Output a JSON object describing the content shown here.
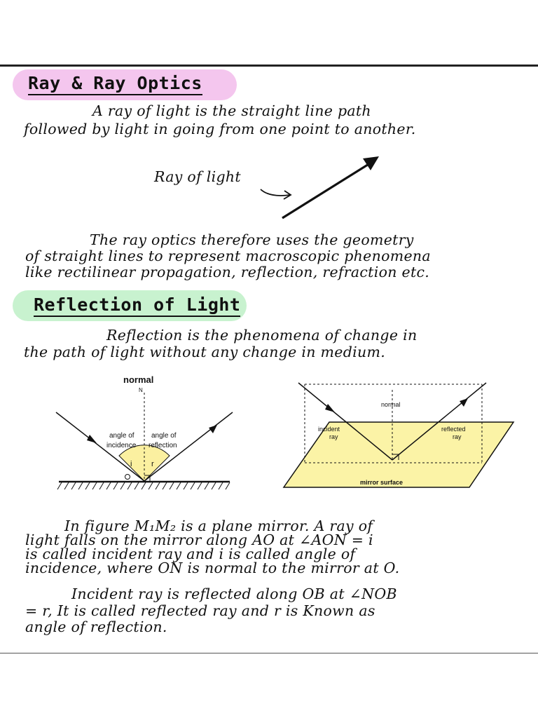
{
  "section1": {
    "title": "Ray & Ray Optics",
    "intro_lines": [
      "A  ray  of  light  is  the  straight  line  path",
      "followed  by  light  in  going  from  one  point  to  another."
    ],
    "arrow_label": "Ray of light",
    "body_lines": [
      "The  ray  optics  therefore  uses  the  geometry",
      "of  straight  lines  to  represent  macroscopic  phenomena",
      "like  rectilinear  propagation,  reflection,  refraction  etc."
    ]
  },
  "section2": {
    "title": "Reflection of Light",
    "intro_lines": [
      "Reflection  is  the  phenomena  of  change  in",
      "the  path  of  light  without  any  change  in  medium."
    ],
    "diagram_left": {
      "normal_label": "normal",
      "n_label": "N",
      "incidence_label_1": "angle of",
      "incidence_label_2": "incidence",
      "reflection_label_1": "angle of",
      "reflection_label_2": "reflection",
      "i_label": "i",
      "r_label": "r",
      "o_label": "o"
    },
    "diagram_right": {
      "normal_label": "normal",
      "incident_label_1": "incident",
      "incident_label_2": "ray",
      "reflected_label_1": "reflected",
      "reflected_label_2": "ray",
      "mirror_label": "mirror surface"
    },
    "para1_lines": [
      "In  figure  M₁M₂  is  a  plane  mirror.  A  ray  of",
      "light  falls  on  the  mirror  along  AO  at  ∠AON = i",
      "is  called  incident  ray  and  i  is  called  angle  of",
      "incidence,  where  ON  is  normal  to  the  mirror  at  O."
    ],
    "para2_lines": [
      "Incident  ray  is  reflected  along  OB  at  ∠NOB",
      "= r,  It  is  called  reflected  ray  and  r  is  Known  as",
      "angle  of  reflection."
    ]
  },
  "colors": {
    "pill_pink": "#f4c6ee",
    "pill_green": "#c8f2cf",
    "mirror_yellow": "#fbf3a6",
    "angle_yellow": "#fbf0a0"
  }
}
